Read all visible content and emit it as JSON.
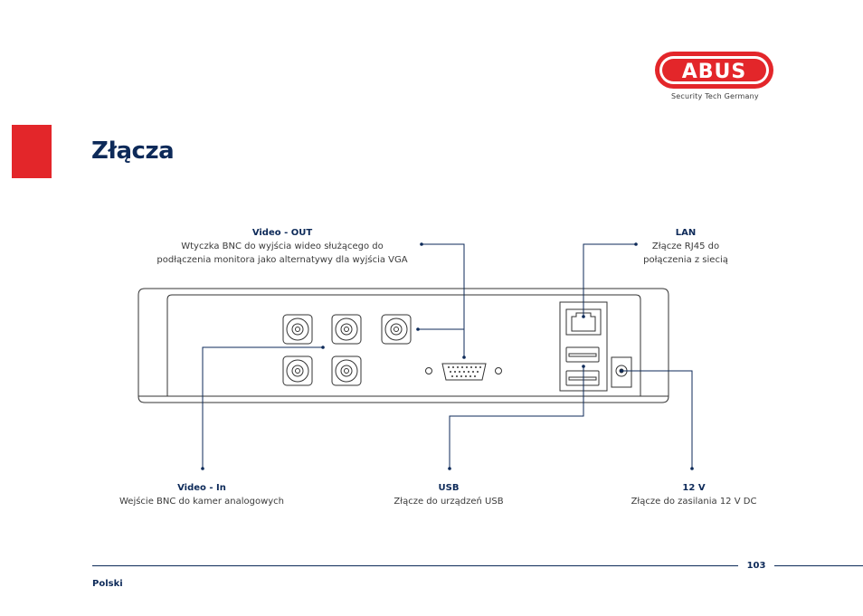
{
  "brand": {
    "logo_text": "ABUS",
    "tagline": "Security Tech Germany"
  },
  "page": {
    "title": "Złącza",
    "number": "103",
    "language": "Polski"
  },
  "connectors": {
    "video_out": {
      "heading": "Video - OUT",
      "desc_line1": "Wtyczka BNC do wyjścia wideo służącego do",
      "desc_line2": "podłączenia monitora jako alternatywy dla wyjścia VGA"
    },
    "lan": {
      "heading": "LAN",
      "desc_line1": "Złącze RJ45 do",
      "desc_line2": "połączenia z siecią"
    },
    "video_in": {
      "heading": "Video - In",
      "desc_line1": "Wejście BNC do kamer analogowych"
    },
    "usb": {
      "heading": "USB",
      "desc_line1": "Złącze do urządzeń USB"
    },
    "power_12v": {
      "heading": "12 V",
      "desc_line1": "Złącze do zasilania 12 V DC"
    }
  },
  "colors": {
    "accent_red": "#e3262a",
    "navy": "#0d2a59",
    "text_gray": "#3a3a3a"
  }
}
